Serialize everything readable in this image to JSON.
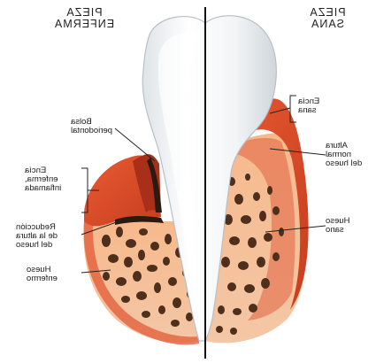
{
  "headers": {
    "left": [
      "PIEZA",
      "ENFERMA"
    ],
    "right": [
      "PIEZA",
      "SANA"
    ]
  },
  "labels": {
    "bolsa": [
      "Bolsa",
      "periodontal"
    ],
    "encia_enferma": [
      "Encía",
      "enferma,",
      "inflamada"
    ],
    "reduccion": [
      "Reducción",
      "de la altura",
      "del hueso"
    ],
    "hueso_enfermo": [
      "Hueso",
      "enfermo"
    ],
    "encia_sana": [
      "Encía",
      "sana"
    ],
    "altura_normal": [
      "Altura",
      "normal",
      "del hueso"
    ],
    "hueso_sano": [
      "Hueso",
      "sano"
    ]
  },
  "colors": {
    "gum": "#e0502e",
    "gum_dark": "#b8361c",
    "bone": "#f1a877",
    "bone_light": "#f7c9a2",
    "marrow": "#5a3a24",
    "tooth": "#f4f6f8",
    "divider": "#111111"
  }
}
